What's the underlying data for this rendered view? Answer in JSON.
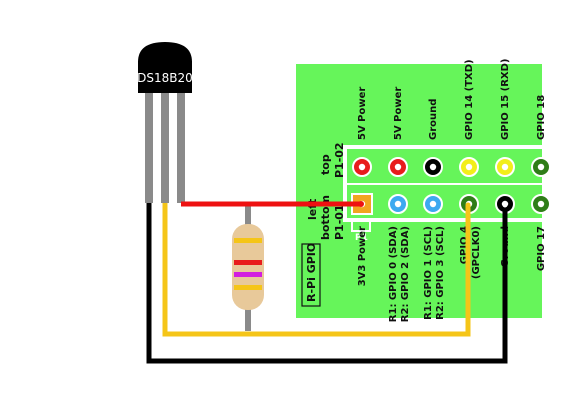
{
  "sensor": {
    "label": "DS18B20"
  },
  "board": {
    "name_label": "R-Pi GPIO",
    "p1_label": "P1",
    "left_label": "left",
    "top_label": "top",
    "top_code": "P1-02",
    "bottom_label": "bottom",
    "bottom_code": "P1-01",
    "color": "#66f55a"
  },
  "pins": {
    "top": [
      {
        "label": "5V Power",
        "color": "#e81c1c"
      },
      {
        "label": "5V Power",
        "color": "#e81c1c"
      },
      {
        "label": "Ground",
        "color": "#000000"
      },
      {
        "label": "GPIO 14 (TXD)",
        "color": "#f2ee1a"
      },
      {
        "label": "GPIO 15 (RXD)",
        "color": "#f2ee1a"
      },
      {
        "label": "GPIO 18",
        "color": "#2f7d18"
      }
    ],
    "bottom": [
      {
        "label": "3V3 Power",
        "label2": "",
        "color": "#f2a51f"
      },
      {
        "label": "R1: GPIO 0 (SDA)",
        "label2": "R2: GPIO 2 (SDA)",
        "color": "#3ca9f0"
      },
      {
        "label": "R1: GPIO 1 (SCL)",
        "label2": "R2: GPIO 3 (SCL)",
        "color": "#3ca9f0"
      },
      {
        "label": "GPIO 4",
        "label2": "(GPCLK0)",
        "color": "#2f7d18"
      },
      {
        "label": "Ground",
        "label2": "",
        "color": "#000000"
      },
      {
        "label": "GPIO 17",
        "label2": "",
        "color": "#2f7d18"
      }
    ]
  },
  "wires": {
    "power": "#ee1111",
    "data": "#f5c518",
    "ground": "#000000"
  },
  "resistor": {
    "body_color": "#e8c99a",
    "bands": [
      "#f5c518",
      "#e81c1c",
      "#d21ee0",
      "#f5c518"
    ]
  }
}
